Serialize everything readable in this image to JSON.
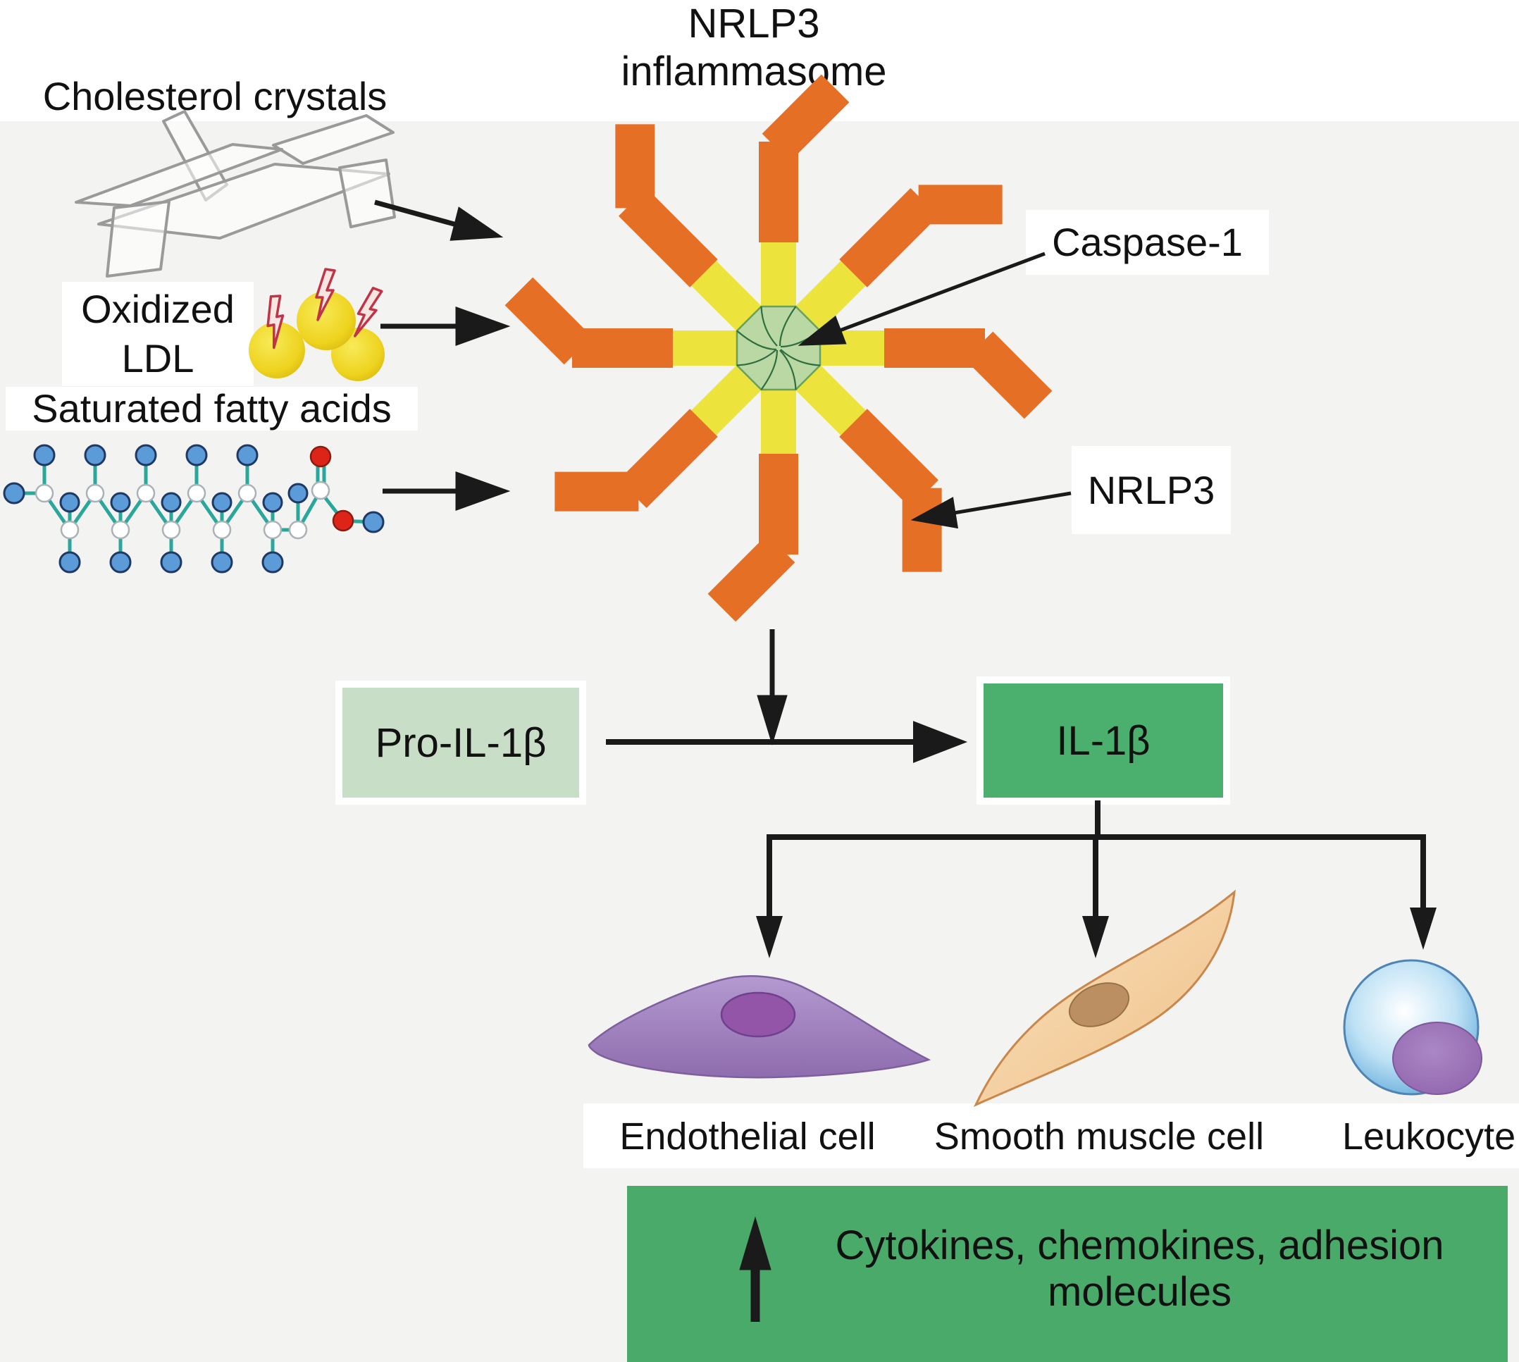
{
  "figure": {
    "title_line1": "NRLP3",
    "title_line2": "inflammasome",
    "stimuli": {
      "cholesterol": "Cholesterol crystals",
      "oxldl_line1": "Oxidized",
      "oxldl_line2": "LDL",
      "satfat": "Saturated fatty acids"
    },
    "callouts": {
      "caspase": "Caspase-1",
      "nrlp3": "NRLP3"
    },
    "mediators": {
      "pro_il1b": "Pro-IL-1β",
      "il1b": "IL-1β"
    },
    "cells": {
      "endothelial": "Endothelial cell",
      "smooth_muscle": "Smooth muscle cell",
      "leukocyte": "Leukocyte"
    },
    "outcome_line1": "Cytokines, chemokines, adhesion",
    "outcome_line2": "molecules"
  },
  "colors": {
    "bg": "#f3f3f1",
    "ink": "#111111",
    "arm-orange": "#e66f26",
    "arm-yellow": "#ece43c",
    "core-green": "#b9d8a3",
    "core-line": "#2f6e3f",
    "pro-box": "#c8dec6",
    "il-box": "#4bb06e",
    "outcome-box": "#49aa6a",
    "crystal-gray": "#9a9a9a",
    "ldl-yellow": "#eed31f",
    "bolt-red": "#c03448",
    "bond-teal": "#2aa79b",
    "atom-blue": "#5b9bd8",
    "atom-red": "#dd2418",
    "cell-purple": "#a98cc4",
    "cell-tan": "#f5d3a4",
    "cell-blue": "#7fc0e8"
  }
}
